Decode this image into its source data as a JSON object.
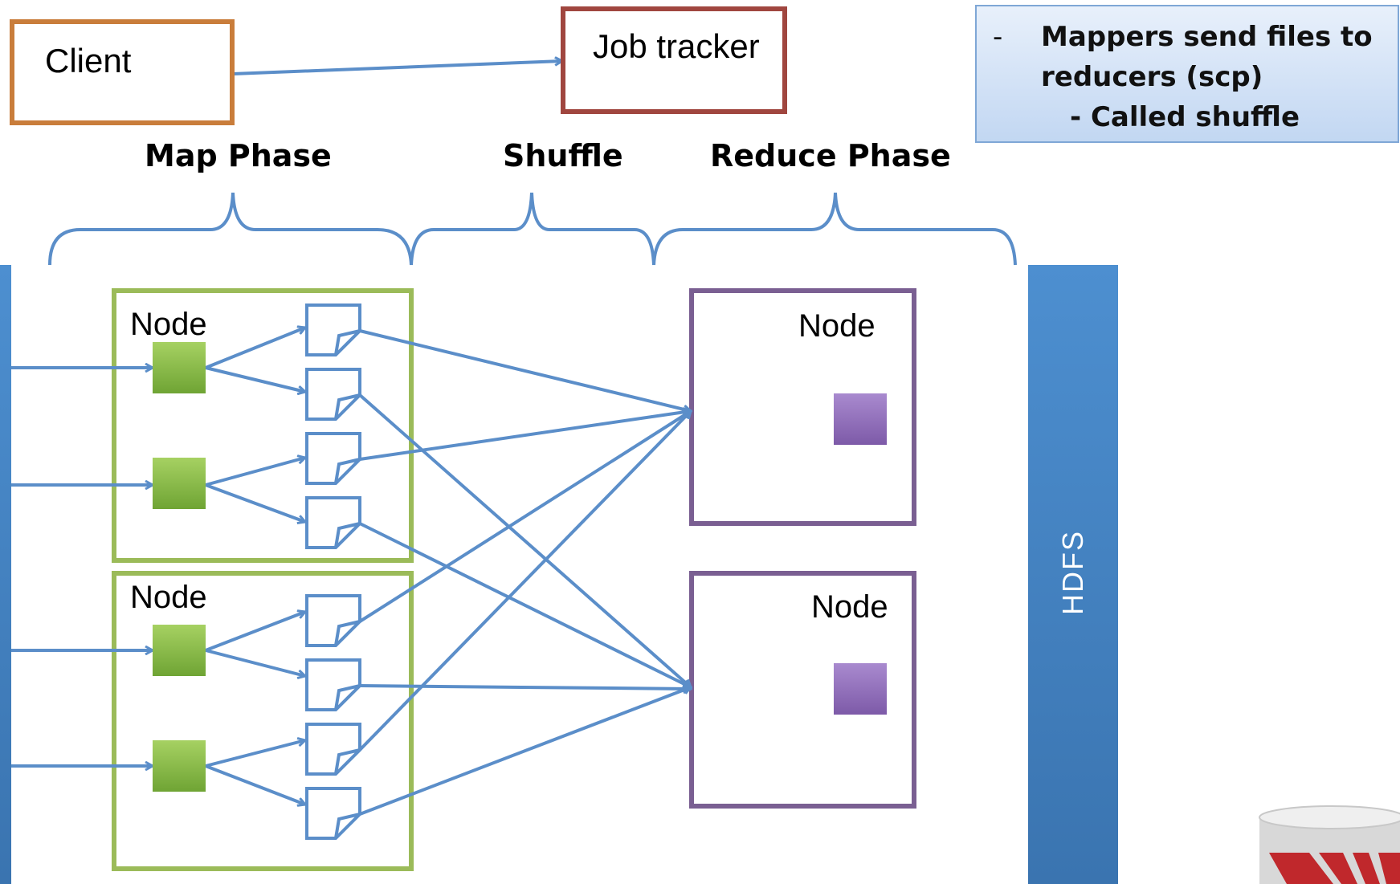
{
  "client": {
    "label": "Client"
  },
  "job_tracker": {
    "label": "Job tracker"
  },
  "note": {
    "bullet": "-",
    "line1": "Mappers send files to",
    "line2": "reducers (scp)",
    "line3": "- Called shuffle"
  },
  "phases": {
    "map": "Map Phase",
    "shuffle": "Shuffle",
    "reduce": "Reduce Phase"
  },
  "map_nodes": [
    {
      "label": "Node"
    },
    {
      "label": "Node"
    }
  ],
  "reduce_nodes": [
    {
      "label": "Node"
    },
    {
      "label": "Node"
    }
  ],
  "hdfs": {
    "label": "HDFS"
  },
  "colors": {
    "client_border": "#c97d3b",
    "job_tracker_border": "#a0463f",
    "map_node_border": "#9bbb59",
    "reduce_node_border": "#7a5f92",
    "mapper": "#8cc04a",
    "reducer": "#9b7bc3",
    "arrow": "#5b8ec9",
    "hdfs": "#4a89c8"
  }
}
